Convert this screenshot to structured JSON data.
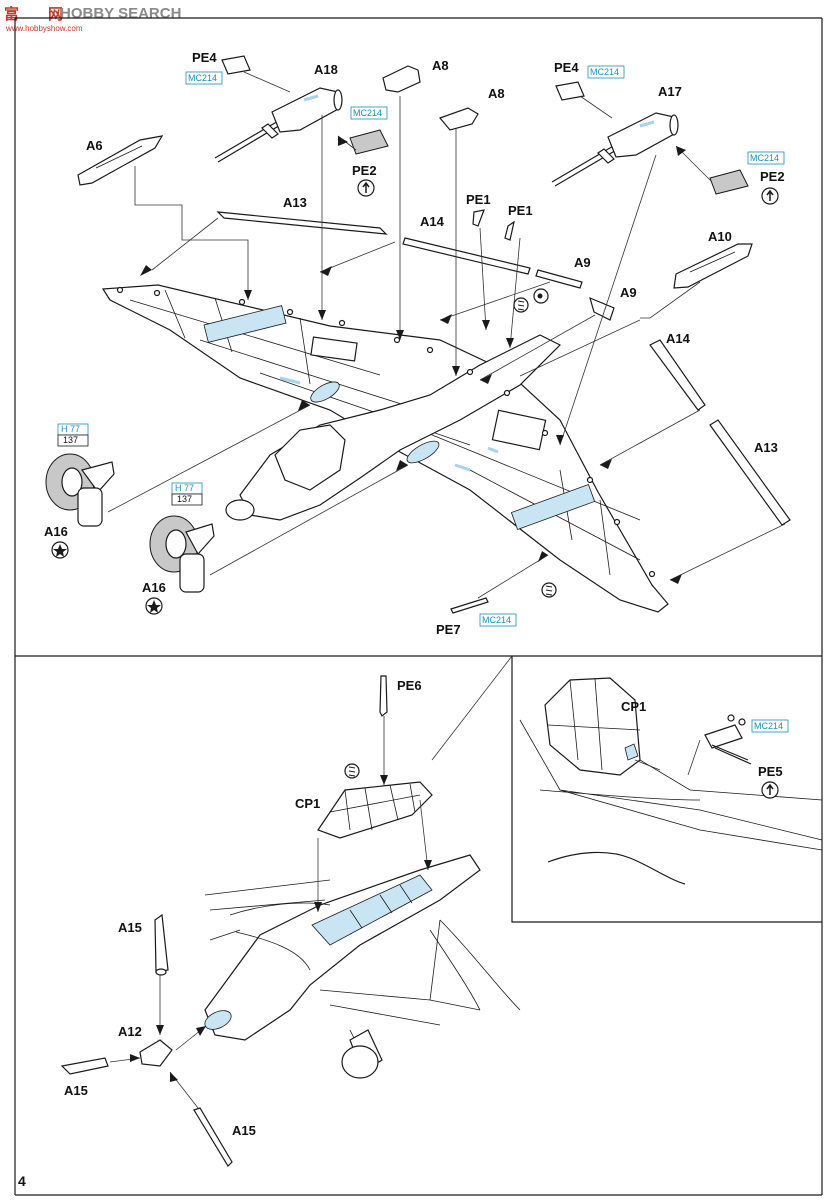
{
  "watermark": {
    "brand": "富",
    "brand2": "网",
    "text": "HOBBY SEARCH",
    "url": "www.hobbyshow.com",
    "brand_color": "#c0392b",
    "text_color": "#8a8a8a"
  },
  "page_number": "4",
  "top_view": {
    "labels": {
      "pe4_left": "PE4",
      "mc214_pe4_left": "MC214",
      "a18": "A18",
      "a8_top": "A8",
      "a8_mid": "A8",
      "pe4_right": "PE4",
      "mc214_pe4_right": "MC214",
      "a17": "A17",
      "a6": "A6",
      "mc214_pe2_left": "MC214",
      "pe2_left": "PE2",
      "mc214_pe2_right": "MC214",
      "pe2_right": "PE2",
      "a13_top": "A13",
      "pe1_left": "PE1",
      "pe1_right": "PE1",
      "a14_top": "A14",
      "a10": "A10",
      "a9_top": "A9",
      "a9_mid": "A9",
      "a14_right": "A14",
      "a13_right": "A13",
      "h77_left": "H 77",
      "n137_left": "137",
      "a16_left": "A16",
      "h77_right": "H 77",
      "n137_right": "137",
      "a16_right": "A16",
      "pe7": "PE7",
      "mc214_pe7": "MC214"
    }
  },
  "bottom_view": {
    "labels": {
      "pe6": "PE6",
      "cp1_main": "CP1",
      "cp1_inset": "CP1",
      "mc214_inset": "MC214",
      "pe5": "PE5",
      "a15_top": "A15",
      "a12": "A12",
      "a15_left": "A15",
      "a15_bottom": "A15"
    }
  },
  "icons": [
    "bend-arrow-icon",
    "glue-icon",
    "paint-icon",
    "optional-star-icon"
  ],
  "colors": {
    "paint_callout": "#1f8fb0",
    "clear_part_fill": "#c9e4f2"
  }
}
